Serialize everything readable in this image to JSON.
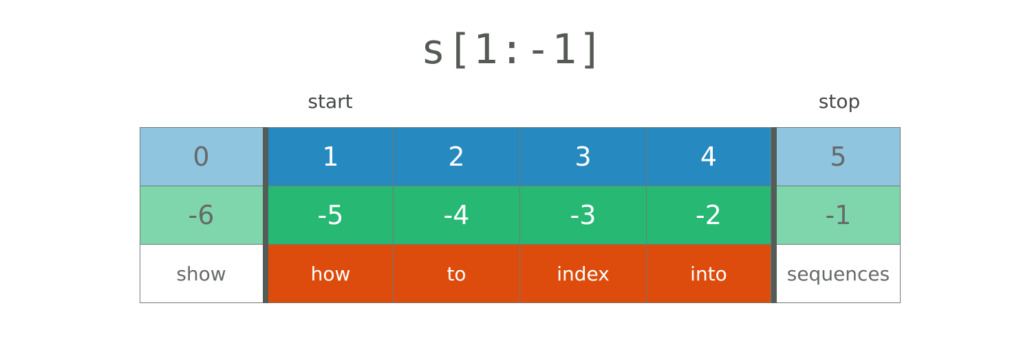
{
  "title": "s[1:-1]",
  "markers": {
    "start": "start",
    "stop": "stop"
  },
  "colors": {
    "positive_index_in_slice": "#2689c0",
    "positive_index_outside": "#90c5e0",
    "negative_index_in_slice": "#27b873",
    "negative_index_outside": "#80d6ac",
    "word_in_slice": "#dd4b0d",
    "word_outside": "#ffffff",
    "boundary_line": "#545c58"
  },
  "columns": [
    {
      "pos": "0",
      "neg": "-6",
      "word": "show",
      "in_slice": false
    },
    {
      "pos": "1",
      "neg": "-5",
      "word": "how",
      "in_slice": true
    },
    {
      "pos": "2",
      "neg": "-4",
      "word": "to",
      "in_slice": true
    },
    {
      "pos": "3",
      "neg": "-3",
      "word": "index",
      "in_slice": true
    },
    {
      "pos": "4",
      "neg": "-2",
      "word": "into",
      "in_slice": true
    },
    {
      "pos": "5",
      "neg": "-1",
      "word": "sequences",
      "in_slice": false
    }
  ]
}
